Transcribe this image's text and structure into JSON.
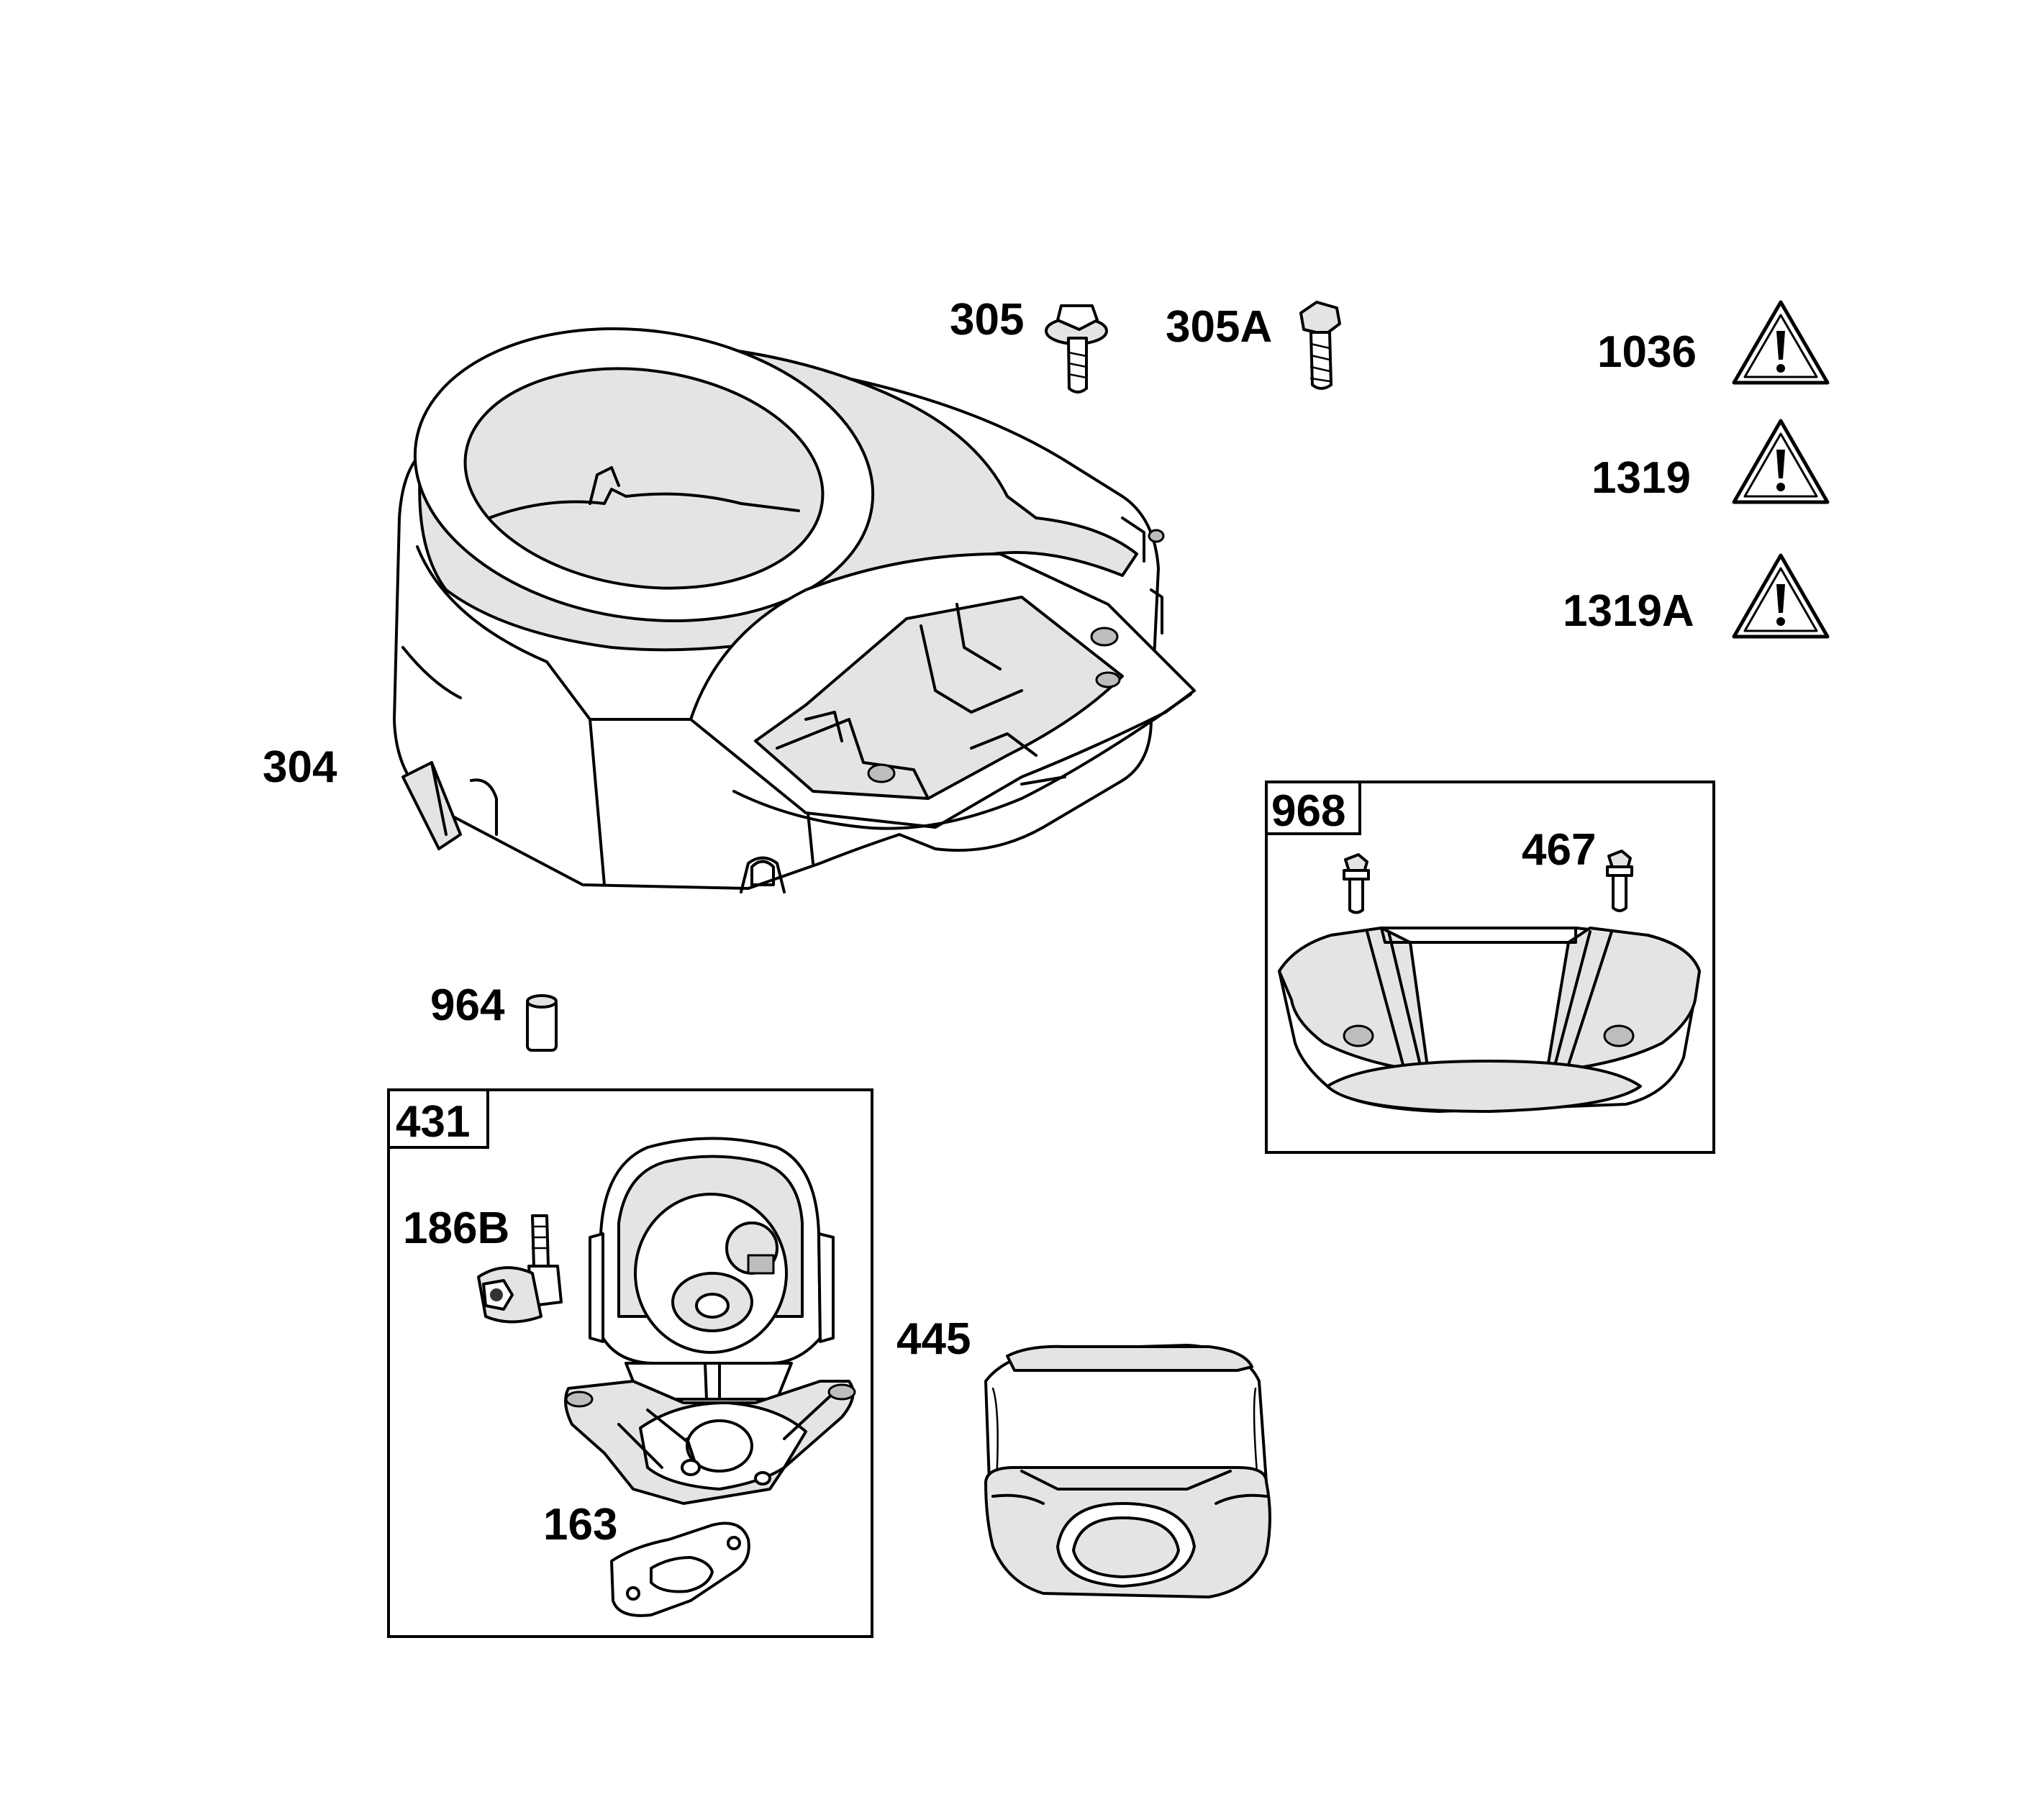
{
  "parts": {
    "blower_housing": "304",
    "screw": "305",
    "screw_alt": "305A",
    "warning_1": "1036",
    "warning_2": "1319",
    "warning_3": "1319A",
    "kit_968": "968",
    "screw_467": "467",
    "spacer": "964",
    "kit_431": "431",
    "fitting": "186B",
    "gasket": "163",
    "filter": "445"
  },
  "icons": {
    "warning": "warning-triangle-icon"
  }
}
